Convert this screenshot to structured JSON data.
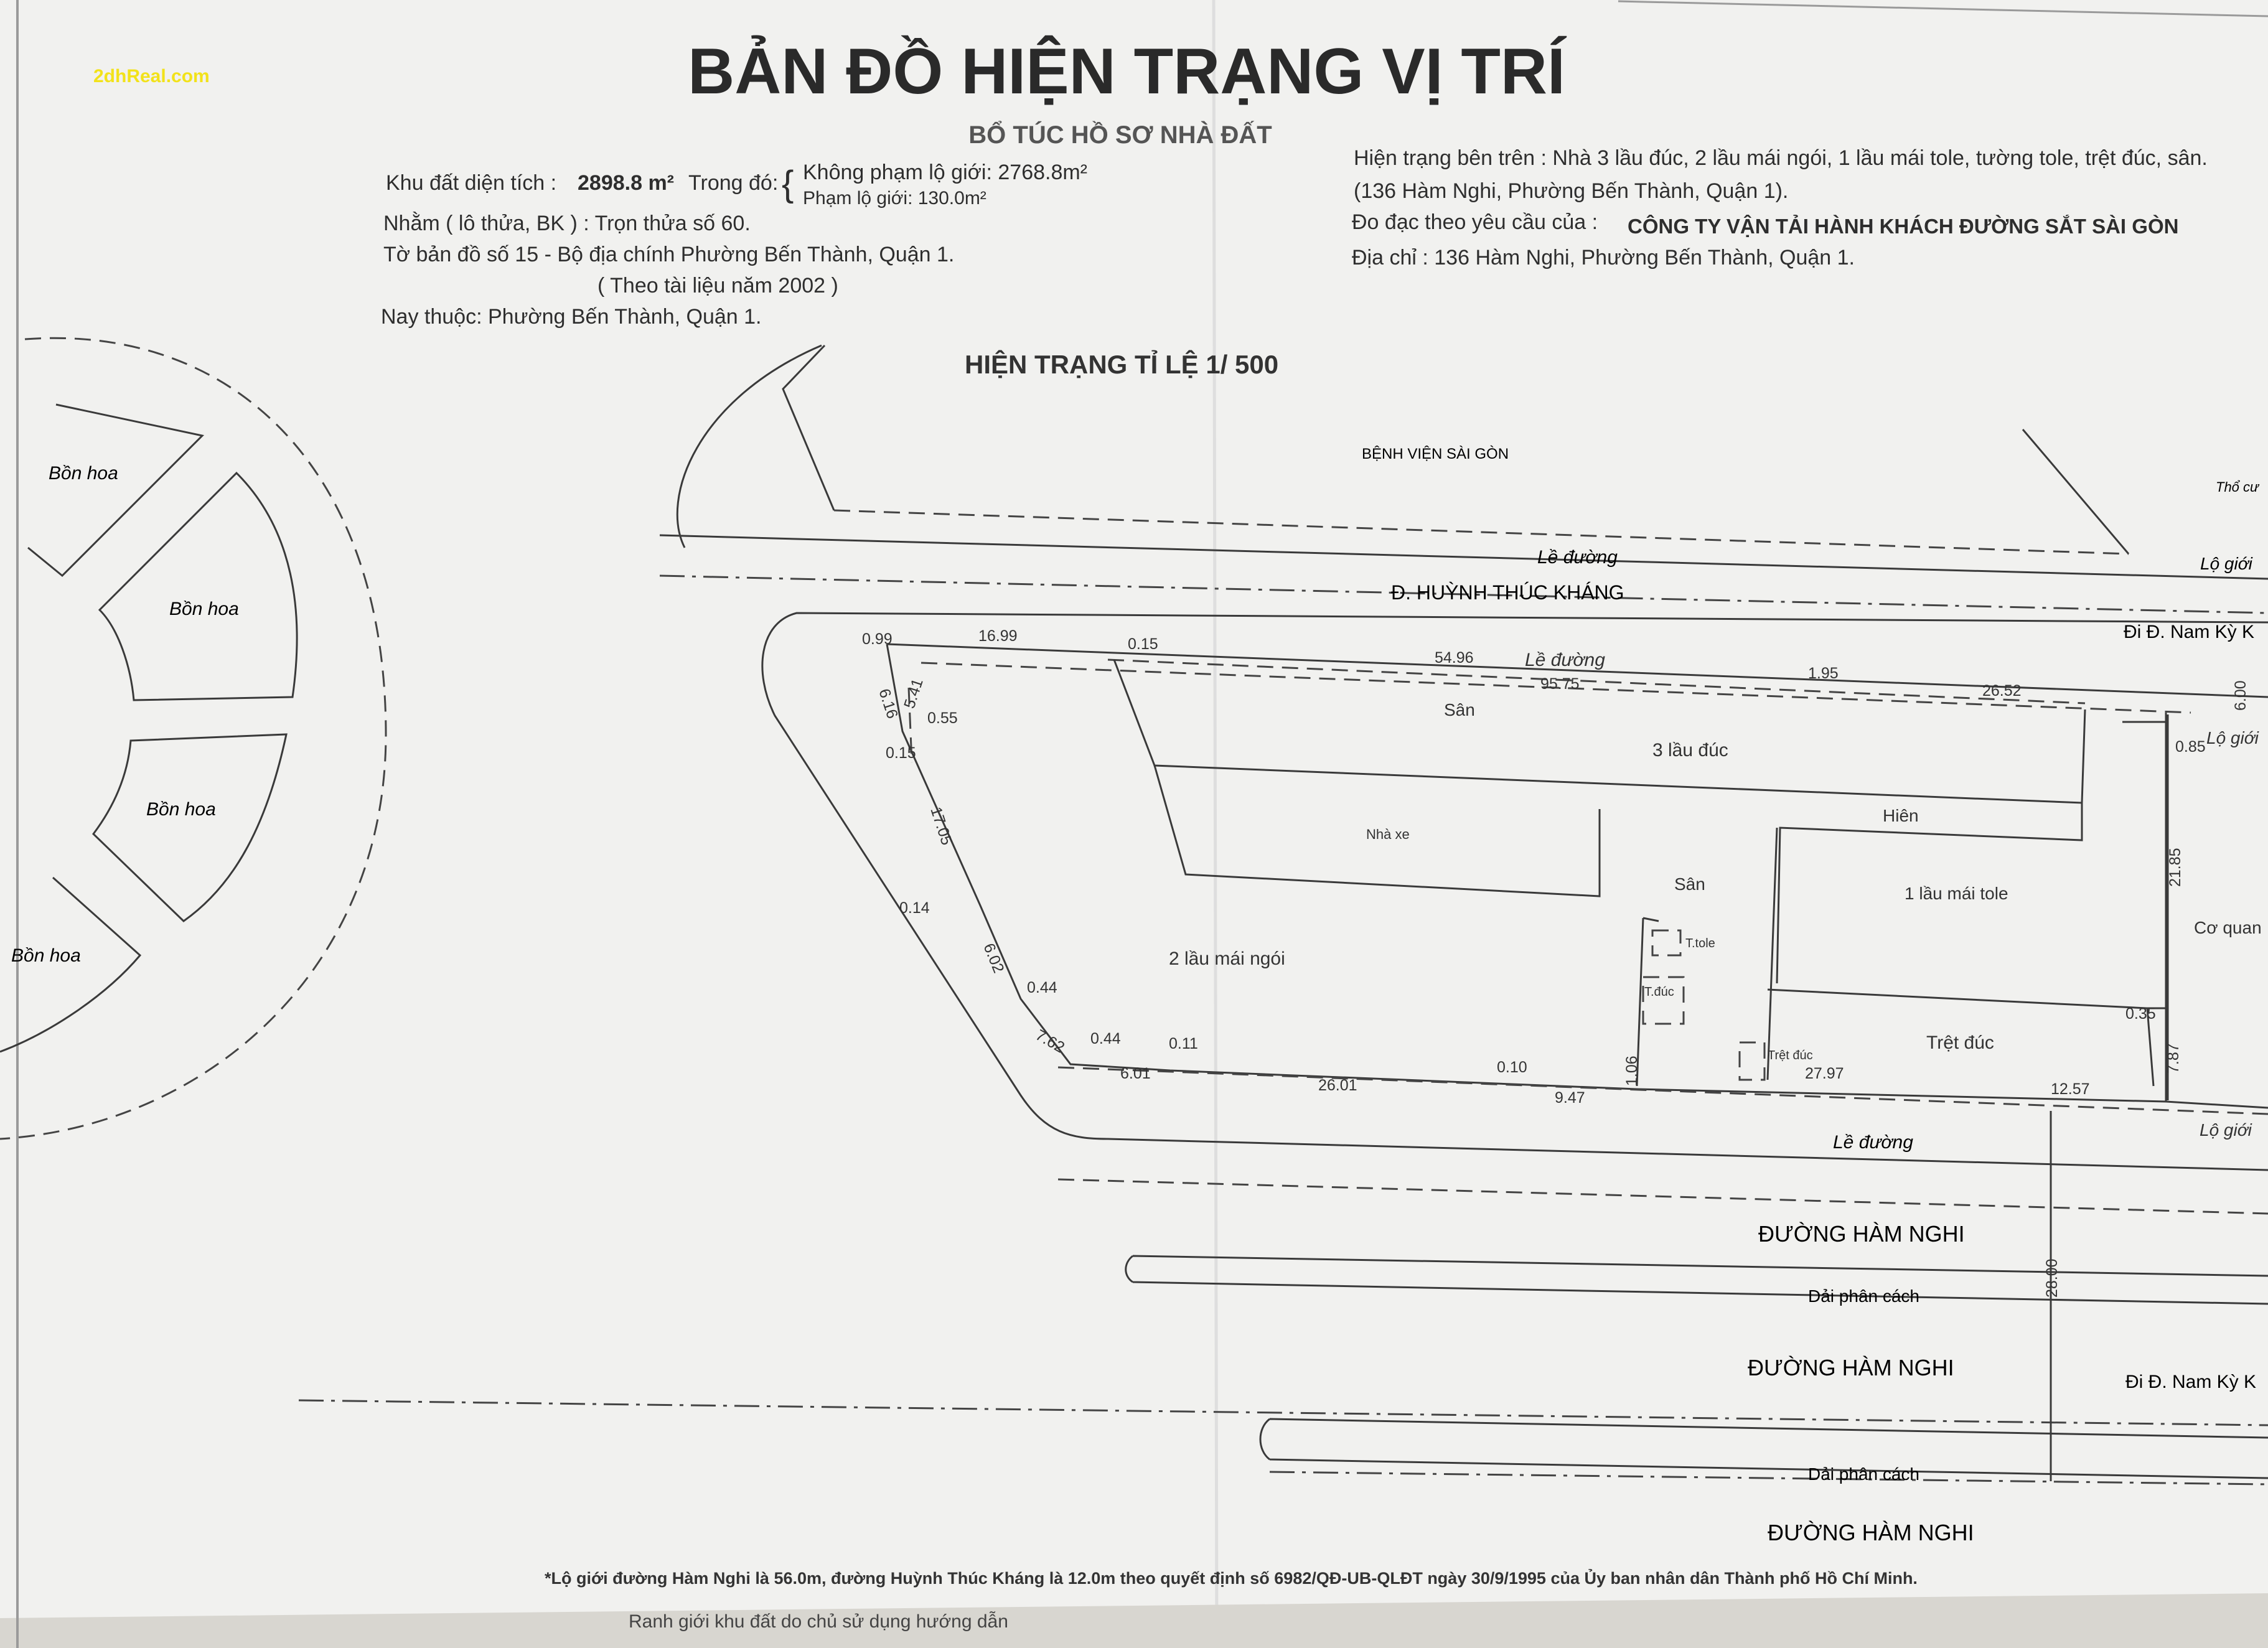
{
  "watermark": "2dhReal.com",
  "title": "BẢN ĐỒ HIỆN TRẠNG VỊ TRÍ",
  "subtitle": "BỔ TÚC HỒ SƠ NHÀ ĐẤT",
  "info_left": {
    "area_label": "Khu đất diện tích :",
    "area_value": "2898.8 m²",
    "trong_do": "Trong đó:",
    "khong_pham": "Không phạm lộ giới: 2768.8m²",
    "pham": "Phạm lộ giới: 130.0m²",
    "line2": "Nhằm ( lô thửa, BK ) : Trọn thửa số 60.",
    "line3": "Tờ bản đồ số 15 - Bộ địa chính Phường Bến Thành, Quận 1.",
    "line4": "( Theo tài liệu năm 2002 )",
    "line5": "Nay thuộc: Phường Bến Thành, Quận 1."
  },
  "info_right": {
    "line1": "Hiện trạng bên trên : Nhà 3 lầu đúc, 2 lầu mái ngói, 1 lầu mái tole, tường tole, trệt đúc, sân.",
    "line2": "(136 Hàm Nghi, Phường Bến Thành, Quận 1).",
    "line3_label": "Đo đạc theo yêu cầu của :",
    "line3_value": "CÔNG TY VẬN TẢI HÀNH KHÁCH ĐƯỜNG SẮT SÀI GÒN",
    "line4": "Địa chỉ : 136 Hàm Nghi, Phường Bến Thành, Quận 1."
  },
  "scale_title": "HIỆN TRẠNG TỈ LỆ 1/ 500",
  "map_labels": {
    "benh_vien": "BỆNH VIỆN SÀI GÒN",
    "tho_cu": "Thổ cư",
    "le_duong": "Lề đường",
    "lo_gioi": "Lộ giới",
    "huynh_thuc_khang": "Đ. HUỲNH THÚC KHÁNG",
    "di_nam_ky": "Đi Đ. Nam Kỳ K",
    "san": "Sân",
    "ba_lau_duc": "3 lầu đúc",
    "nha_xe": "Nhà xe",
    "hien": "Hiên",
    "mot_lau_mai_tole": "1 lầu mái tole",
    "hai_lau_mai_ngoi": "2 lầu mái ngói",
    "co_quan": "Cơ quan",
    "t_tole": "T.tole",
    "t_duc": "T.đúc",
    "tret_duc_small": "Trệt đúc",
    "tret_duc": "Trệt đúc",
    "ham_nghi": "ĐƯỜNG HÀM NGHI",
    "dai_phan_cach": "Dải phân cách",
    "bon_hoa": "Bồn hoa"
  },
  "dimensions": {
    "d099": "0.99",
    "d1699": "16.99",
    "d015a": "0.15",
    "d5496": "54.96",
    "d9575": "95.75",
    "d195": "1.95",
    "d2652": "26.52",
    "d600": "6.00",
    "d085": "0.85",
    "d616": "6.16",
    "d541": "5.41",
    "d055": "0.55",
    "d015b": "0.15",
    "d1705": "17.05",
    "d014": "0.14",
    "d602": "6.02",
    "d044a": "0.44",
    "d762": "7.62",
    "d044b": "0.44",
    "d011": "0.11",
    "d601": "6.01",
    "d2601": "26.01",
    "d010": "0.10",
    "d947": "9.47",
    "d106": "1.06",
    "d2797": "27.97",
    "d1257": "12.57",
    "d2185": "21.85",
    "d035": "0.35",
    "d787": "7.87",
    "d2800": "28.00"
  },
  "footnote": "*Lộ giới đường Hàm Nghi là 56.0m, đường Huỳnh Thúc Kháng là 12.0m theo quyết định số 6982/QĐ-UB-QLĐT ngày 30/9/1995 của Ủy ban nhân dân Thành phố Hồ Chí Minh.",
  "footnote2": "Ranh giới khu đất do chủ sử dụng hướng dẫn"
}
